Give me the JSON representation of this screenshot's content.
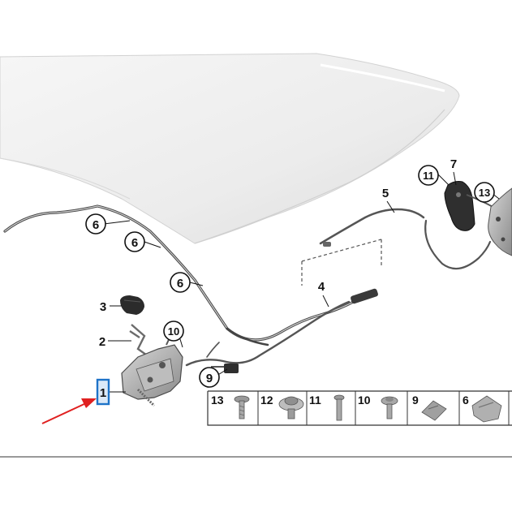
{
  "callouts": {
    "c1": "1",
    "c2": "2",
    "c3": "3",
    "c4": "4",
    "c5": "5",
    "c6a": "6",
    "c6b": "6",
    "c6c": "6",
    "c7": "7",
    "c9": "9",
    "c10": "10",
    "c11": "11",
    "c13": "13"
  },
  "parts_strip": [
    {
      "number": "13",
      "icon": "bolt-icon"
    },
    {
      "number": "12",
      "icon": "nut-icon"
    },
    {
      "number": "11",
      "icon": "screw-icon"
    },
    {
      "number": "10",
      "icon": "washer-bolt-icon"
    },
    {
      "number": "9",
      "icon": "clip-nut-icon"
    },
    {
      "number": "6",
      "icon": "cable-clip-icon"
    }
  ],
  "colors": {
    "highlight": "#1e73c8",
    "arrow": "#e02020",
    "cable": "#555555",
    "hood": "#ededed"
  }
}
